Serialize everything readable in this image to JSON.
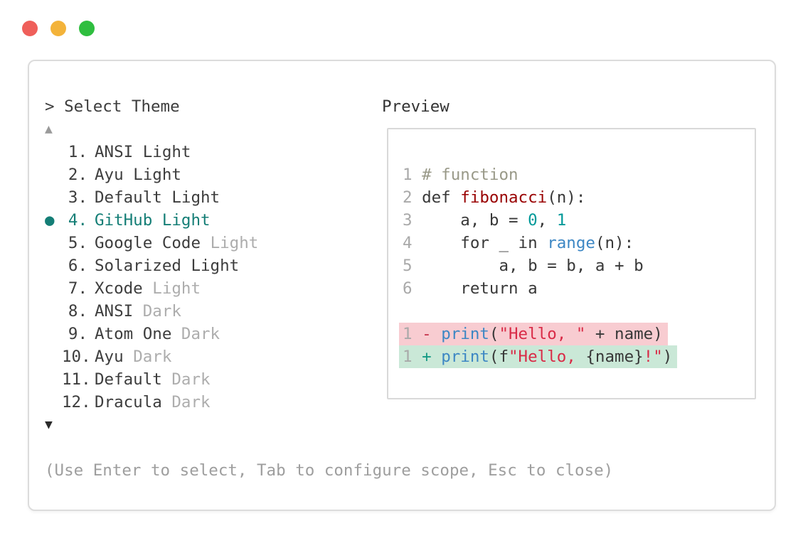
{
  "window": {
    "traffic_lights": [
      {
        "name": "close",
        "color": "#ef5f5a"
      },
      {
        "name": "minimize",
        "color": "#f3b33a"
      },
      {
        "name": "zoom",
        "color": "#2fbe3f"
      }
    ]
  },
  "dialog": {
    "prompt": "> Select Theme",
    "scroll_up": "▲",
    "scroll_down": "▼",
    "selected_marker": "●",
    "items": [
      {
        "number": "1.",
        "name": "ANSI",
        "variant": "Light",
        "variant_muted": false,
        "selected": false
      },
      {
        "number": "2.",
        "name": "Ayu",
        "variant": "Light",
        "variant_muted": false,
        "selected": false
      },
      {
        "number": "3.",
        "name": "Default",
        "variant": "Light",
        "variant_muted": false,
        "selected": false
      },
      {
        "number": "4.",
        "name": "GitHub",
        "variant": "Light",
        "variant_muted": false,
        "selected": true
      },
      {
        "number": "5.",
        "name": "Google Code",
        "variant": "Light",
        "variant_muted": true,
        "selected": false
      },
      {
        "number": "6.",
        "name": "Solarized",
        "variant": "Light",
        "variant_muted": false,
        "selected": false
      },
      {
        "number": "7.",
        "name": "Xcode",
        "variant": "Light",
        "variant_muted": true,
        "selected": false
      },
      {
        "number": "8.",
        "name": "ANSI",
        "variant": "Dark",
        "variant_muted": true,
        "selected": false
      },
      {
        "number": "9.",
        "name": "Atom One",
        "variant": "Dark",
        "variant_muted": true,
        "selected": false
      },
      {
        "number": "10.",
        "name": "Ayu",
        "variant": "Dark",
        "variant_muted": true,
        "selected": false
      },
      {
        "number": "11.",
        "name": "Default",
        "variant": "Dark",
        "variant_muted": true,
        "selected": false
      },
      {
        "number": "12.",
        "name": "Dracula",
        "variant": "Dark",
        "variant_muted": true,
        "selected": false
      }
    ],
    "footer_hint": "(Use Enter to select, Tab to configure scope, Esc to close)"
  },
  "preview": {
    "label": "Preview",
    "code_lines": [
      {
        "num": "1",
        "tokens": [
          {
            "t": "# function",
            "c": "comment"
          }
        ]
      },
      {
        "num": "2",
        "tokens": [
          {
            "t": "def ",
            "c": "plain"
          },
          {
            "t": "fibonacci",
            "c": "func"
          },
          {
            "t": "(n):",
            "c": "plain"
          }
        ]
      },
      {
        "num": "3",
        "tokens": [
          {
            "t": "    a, b = ",
            "c": "plain"
          },
          {
            "t": "0",
            "c": "number"
          },
          {
            "t": ", ",
            "c": "plain"
          },
          {
            "t": "1",
            "c": "number"
          }
        ]
      },
      {
        "num": "4",
        "tokens": [
          {
            "t": "    for _ in ",
            "c": "plain"
          },
          {
            "t": "range",
            "c": "builtin"
          },
          {
            "t": "(n):",
            "c": "plain"
          }
        ]
      },
      {
        "num": "5",
        "tokens": [
          {
            "t": "        a, b = b, a + b",
            "c": "plain"
          }
        ]
      },
      {
        "num": "6",
        "tokens": [
          {
            "t": "    return a",
            "c": "plain"
          }
        ]
      },
      {
        "num": "",
        "tokens": []
      },
      {
        "num": "1",
        "diff": "removed",
        "tokens": [
          {
            "t": "- ",
            "c": "minus"
          },
          {
            "t": "print",
            "c": "builtin"
          },
          {
            "t": "(",
            "c": "plain"
          },
          {
            "t": "\"Hello, \"",
            "c": "string"
          },
          {
            "t": " + name)",
            "c": "plain"
          }
        ]
      },
      {
        "num": "1",
        "diff": "added",
        "tokens": [
          {
            "t": "+ ",
            "c": "plus"
          },
          {
            "t": "print",
            "c": "builtin"
          },
          {
            "t": "(f",
            "c": "plain"
          },
          {
            "t": "\"Hello, ",
            "c": "string"
          },
          {
            "t": "{name}",
            "c": "plain"
          },
          {
            "t": "!\"",
            "c": "string"
          },
          {
            "t": ")",
            "c": "plain"
          }
        ]
      }
    ]
  },
  "colors": {
    "accent_teal": "#147e76",
    "muted_text": "#adadad",
    "footer_text": "#9e9e9e",
    "border": "#dcdcdc",
    "line_number": "#a9a9a9",
    "diff_removed_bg": "#f8ccd1",
    "diff_added_bg": "#cae8d7",
    "syntax": {
      "comment": "#999988",
      "function_name": "#990000",
      "number_literal": "#009999",
      "builtin": "#3d87c4",
      "string": "#d92b47",
      "diff_minus": "#c5334b",
      "diff_plus": "#169a84"
    }
  }
}
